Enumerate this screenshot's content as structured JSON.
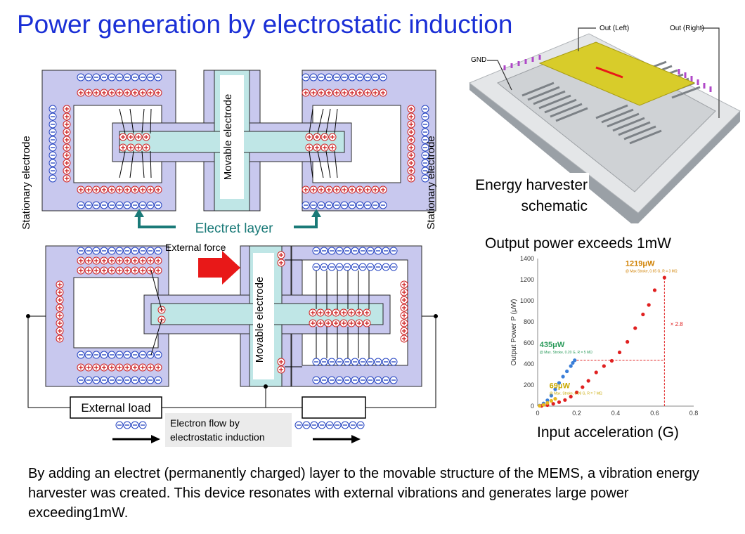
{
  "title": "Power generation by electrostatic induction",
  "description": "By adding an electret (permanently charged) layer to the movable structure of the MEMS, a vibration energy harvester was created. This device resonates with external vibrations and generates large power exceeding1mW.",
  "top_diagram": {
    "left_label": "Stationary electrode",
    "right_label": "Stationary electrode",
    "center_label": "Movable electrode",
    "electret_label": "Electret layer"
  },
  "bottom_diagram": {
    "external_force": "External force",
    "center_label": "Movable electrode",
    "external_load": "External  load",
    "electron_flow": "Electron flow by electrostatic induction"
  },
  "schematic": {
    "caption_line1": "Energy harvester",
    "caption_line2": "schematic",
    "out_left": "Out (Left)",
    "out_right": "Out (Right)",
    "gnd": "GND"
  },
  "chart_title": "Output power exceeds 1mW",
  "chart_data": {
    "type": "scatter",
    "xlabel": "Input acceleration (G)",
    "ylabel": "Output Power P (μW)",
    "xlim": [
      0,
      0.8
    ],
    "ylim": [
      0,
      1400
    ],
    "xticks": [
      "0",
      "0.2",
      "0.4",
      "0.6",
      "0.8"
    ],
    "yticks": [
      "0",
      "200",
      "400",
      "600",
      "800",
      "1000",
      "1200",
      "1400"
    ],
    "series": [
      {
        "color": "#e02020",
        "x": [
          0.02,
          0.05,
          0.08,
          0.11,
          0.14,
          0.17,
          0.2,
          0.23,
          0.26,
          0.3,
          0.34,
          0.38,
          0.42,
          0.46,
          0.5,
          0.54,
          0.57,
          0.6,
          0.65
        ],
        "y": [
          2,
          10,
          22,
          38,
          58,
          90,
          130,
          180,
          240,
          320,
          380,
          430,
          510,
          610,
          740,
          870,
          960,
          1100,
          1219
        ]
      },
      {
        "color": "#3a7ed8",
        "x": [
          0.01,
          0.03,
          0.05,
          0.07,
          0.09,
          0.11,
          0.13,
          0.15,
          0.17,
          0.18,
          0.19
        ],
        "y": [
          5,
          25,
          55,
          100,
          160,
          220,
          280,
          330,
          380,
          410,
          435
        ]
      },
      {
        "color": "#e8b820",
        "x": [
          0.01,
          0.03,
          0.05,
          0.07,
          0.09
        ],
        "y": [
          3,
          12,
          30,
          50,
          69
        ]
      }
    ],
    "annotations": [
      {
        "text": "1219μW",
        "sub": "@ Max Stroke, 0.65 G, R = 3 MΩ",
        "color": "#d08000"
      },
      {
        "text": "435μW",
        "sub": "@ Max. Stroke, 0.20 G, R = 5 MΩ",
        "color": "#2a9a5a"
      },
      {
        "text": "69μW",
        "sub": "@ Max. Stroke, 0.09 G, R = 7 MΩ",
        "color": "#c8a800"
      },
      {
        "text": "× 2.8",
        "color": "#e02020"
      }
    ]
  }
}
